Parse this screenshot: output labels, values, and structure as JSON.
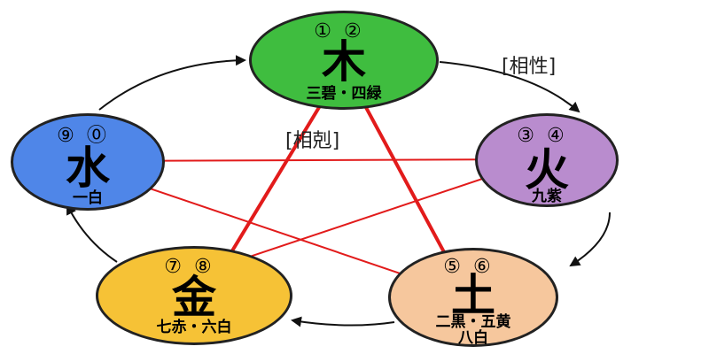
{
  "relations": {
    "generating_label": "[相性]",
    "overcoming_label": "[相剋]"
  },
  "elements": [
    {
      "name": "wood",
      "char": "木",
      "numbers": "①②",
      "sub": "三碧・四緑",
      "color": "#3fbd3f"
    },
    {
      "name": "fire",
      "char": "火",
      "numbers": "③④",
      "sub": "九紫",
      "color": "#b98cce"
    },
    {
      "name": "earth",
      "char": "土",
      "numbers": "⑤⑥",
      "sub": "二黒・五黄",
      "sub2": "八白",
      "color": "#f6c79d"
    },
    {
      "name": "metal",
      "char": "金",
      "numbers": "⑦⑧",
      "sub": "七赤・六白",
      "color": "#f6c236"
    },
    {
      "name": "water",
      "char": "水",
      "numbers": "⑨⓪",
      "sub": "一白",
      "color": "#4f86e8"
    }
  ],
  "colors": {
    "star_line": "#e21b1b",
    "cycle_arrow": "#111111"
  }
}
